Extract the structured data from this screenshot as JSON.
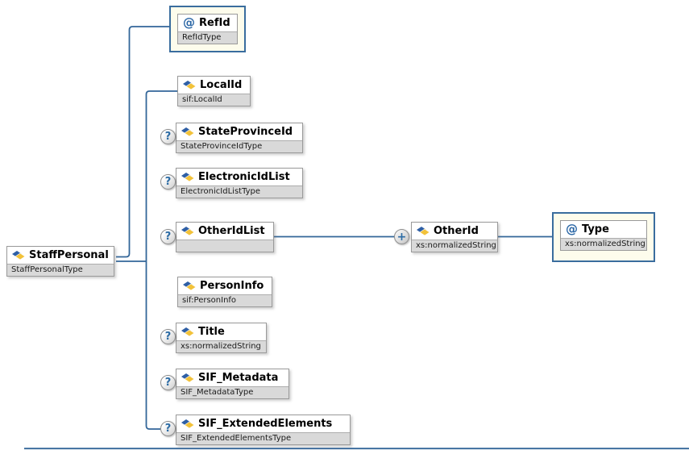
{
  "badges": {
    "attribute": "@",
    "optional": "?",
    "repeats": "+"
  },
  "root": {
    "name": "StaffPersonal",
    "type": "StaffPersonalType"
  },
  "attributes": {
    "refId": {
      "name": "RefId",
      "type": "RefIdType"
    },
    "type": {
      "name": "Type",
      "type": "xs:normalizedString"
    }
  },
  "children": {
    "localId": {
      "name": "LocalId",
      "type": "sif:LocalId"
    },
    "stateProvinceId": {
      "name": "StateProvinceId",
      "type": "StateProvinceIdType"
    },
    "electronicIdList": {
      "name": "ElectronicIdList",
      "type": "ElectronicIdListType"
    },
    "otherIdList": {
      "name": "OtherIdList",
      "type": ""
    },
    "otherId": {
      "name": "OtherId",
      "type": "xs:normalizedString"
    },
    "personInfo": {
      "name": "PersonInfo",
      "type": "sif:PersonInfo"
    },
    "title": {
      "name": "Title",
      "type": "xs:normalizedString"
    },
    "sifMetadata": {
      "name": "SIF_Metadata",
      "type": "SIF_MetadataType"
    },
    "sifExtendedElements": {
      "name": "SIF_ExtendedElements",
      "type": "SIF_ExtendedElementsType"
    }
  },
  "colors": {
    "connector": "#336699",
    "attribute_box_fill": "#fdfcec",
    "attribute_box_border": "#3a6d9e",
    "type_bar_fill": "#d9d9d9",
    "element_box_border": "#9a9a9a",
    "icon_blue": "#2f5fa5",
    "icon_yellow": "#f2c23a"
  }
}
